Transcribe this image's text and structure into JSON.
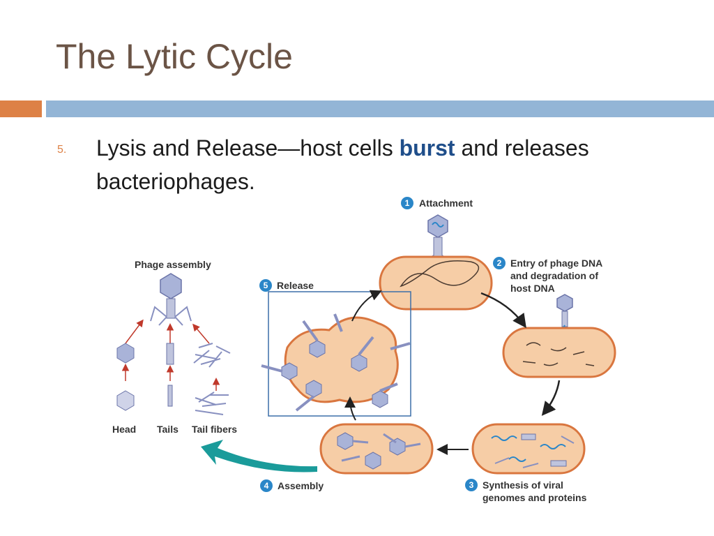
{
  "slide": {
    "title": "The Lytic Cycle",
    "bullet": {
      "number": "5.",
      "text_before": "Lysis and Release—host cells ",
      "emphasis": "burst",
      "text_after": " and releases bacteriophages."
    }
  },
  "diagram": {
    "stages": [
      {
        "number": "1",
        "label": "Attachment"
      },
      {
        "number": "2",
        "label_lines": [
          "Entry of phage DNA",
          "and degradation of",
          "host DNA"
        ]
      },
      {
        "number": "3",
        "label_lines": [
          "Synthesis of viral",
          "genomes and proteins"
        ]
      },
      {
        "number": "4",
        "label": "Assembly"
      },
      {
        "number": "5",
        "label": "Release"
      }
    ],
    "assembly_panel": {
      "title": "Phage assembly",
      "parts": [
        "Head",
        "Tails",
        "Tail fibers"
      ]
    },
    "colors": {
      "cell_fill": "#f6cda6",
      "cell_border": "#d9763f",
      "phage_head": "#a9b3d8",
      "badge": "#2a86c8",
      "big_arrow": "#1a9b9a",
      "small_arrow": "#c0392b"
    }
  }
}
